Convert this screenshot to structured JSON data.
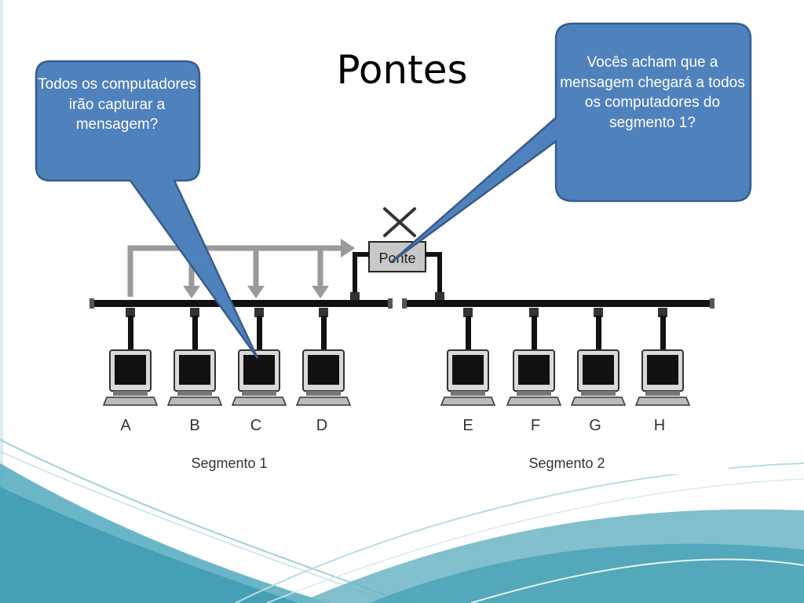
{
  "slide": {
    "title": "Pontes"
  },
  "callouts": {
    "left": "Todos os computadores irão capturar  a mensagem?",
    "right": "Vocês acham que a mensagem chegará a todos os computadores do segmento 1?"
  },
  "diagram": {
    "bridge_label": "Ponte",
    "segment1_label": "Segmento 1",
    "segment2_label": "Segmento 2",
    "computers_segment1": [
      "A",
      "B",
      "C",
      "D"
    ],
    "computers_segment2": [
      "E",
      "F",
      "G",
      "H"
    ]
  },
  "colors": {
    "callout_fill": "#4f81bd",
    "callout_border": "#385d8a",
    "wave_teal": "#6cb5c6",
    "wave_dark": "#3d9bb0"
  }
}
